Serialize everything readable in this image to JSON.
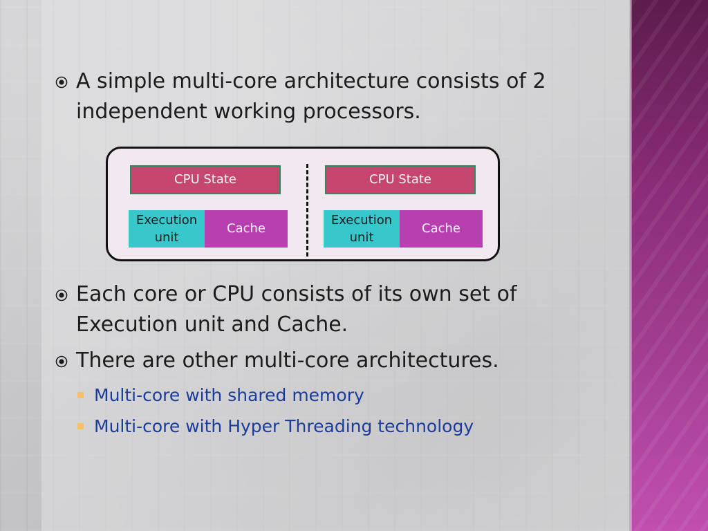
{
  "bullets": [
    "A simple multi-core architecture consists of 2 independent working processors.",
    "Each core or CPU consists of its own set of Execution unit and Cache.",
    "There are other multi-core architectures."
  ],
  "sub_bullets": [
    "Multi-core with shared memory",
    "Multi-core with Hyper Threading technology"
  ],
  "diagram": {
    "cores": [
      {
        "cpu_state": "CPU State",
        "execution_unit": "Execution unit",
        "cache": "Cache"
      },
      {
        "cpu_state": "CPU State",
        "execution_unit": "Execution unit",
        "cache": "Cache"
      }
    ]
  },
  "icons": {
    "bullet": "circle-dot-icon",
    "sub_bullet": "square-icon"
  },
  "colors": {
    "side_bar": "#9c3a8c",
    "cpu_state": "#c7466f",
    "execution_unit": "#38c8cc",
    "cache": "#b83fb0",
    "sub_bullet_text": "#1c3c9c"
  }
}
